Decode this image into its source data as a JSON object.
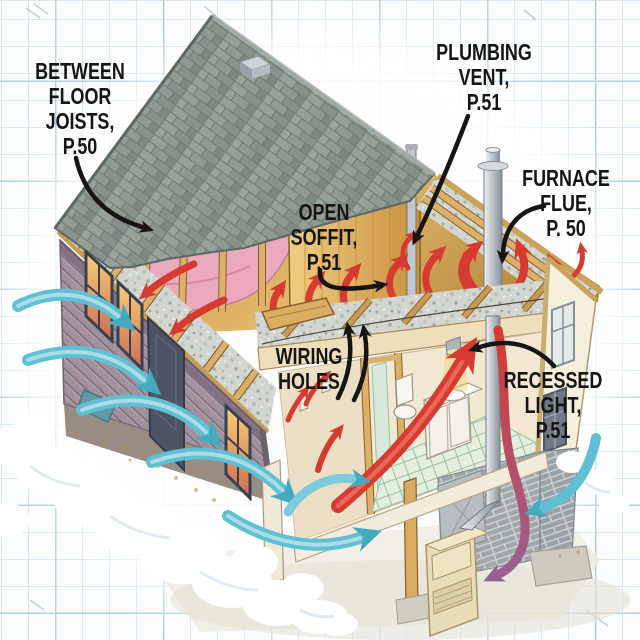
{
  "figure": {
    "subject": "cutaway-house-air-leak-diagram"
  },
  "labels": [
    {
      "id": "between-floor-joists",
      "text": "BETWEEN\nFLOOR\nJOISTS,\nP.50"
    },
    {
      "id": "plumbing-vent",
      "text": "PLUMBING\nVENT,\nP.51"
    },
    {
      "id": "furnace-flue",
      "text": "FURNACE\nFLUE,\nP. 50"
    },
    {
      "id": "open-soffit",
      "text": "OPEN\nSOFFIT,\nP.51"
    },
    {
      "id": "wiring-holes",
      "text": "WIRING\nHOLES"
    },
    {
      "id": "recessed-light",
      "text": "RECESSED\nLIGHT,\nP.51"
    }
  ],
  "colors": {
    "paper": "#fcfdff",
    "grid_minor": "#d9e6f1",
    "grid_major": "#b7d1e2",
    "label_ink": "#151515",
    "warm_leak": "#d63a30",
    "warm_leak_light": "#ef7364",
    "cold_air": "#5fc0d3",
    "cold_air_light": "#b9e2ec",
    "roof_slate": "#8c978f",
    "framing_wood": "#dcb068",
    "insulation_pink": "#eba9bf",
    "insulation_gray": "#d3d6d0",
    "siding": "#a0919c",
    "flue_silver": "#c3c8cd"
  }
}
